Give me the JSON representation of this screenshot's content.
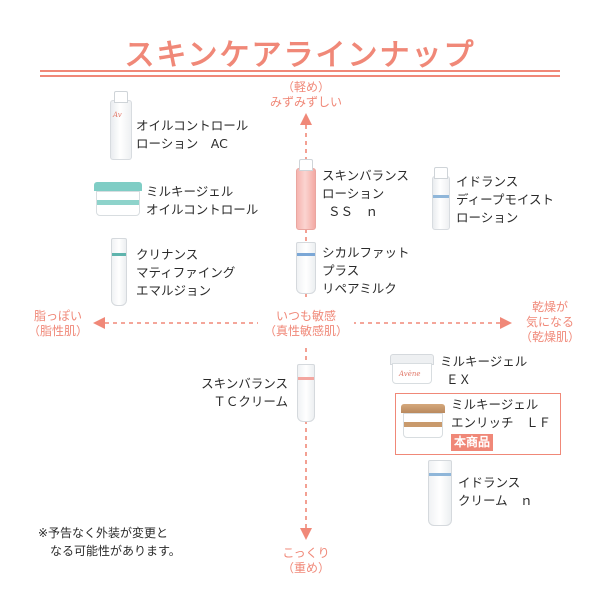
{
  "title": "スキンケアラインナップ",
  "axis": {
    "top": [
      "（軽め）",
      "みずみずしい"
    ],
    "bottom": [
      "こっくり",
      "（重め）"
    ],
    "left": [
      "脂っぽい",
      "（脂性肌）"
    ],
    "right": [
      "乾燥が",
      "気になる",
      "（乾燥肌）"
    ],
    "center": [
      "いつも敏感",
      "（真性敏感肌）"
    ]
  },
  "products": [
    {
      "id": "oil-control-lotion",
      "lines": [
        "オイルコントロール",
        "ローション　AC"
      ]
    },
    {
      "id": "milky-gel-oil-control",
      "lines": [
        "ミルキージェル",
        "オイルコントロール"
      ]
    },
    {
      "id": "cleanance-mattifying",
      "lines": [
        "クリナンス",
        "マティファイング",
        "エマルジョン"
      ]
    },
    {
      "id": "skin-balance-lotion",
      "lines": [
        "スキンバランス",
        "ローション",
        "ＳＳ　ｎ"
      ]
    },
    {
      "id": "hydrance-deep-moist",
      "lines": [
        "イドランス",
        "ディープモイスト",
        "ローション"
      ]
    },
    {
      "id": "cicalfate-plus",
      "lines": [
        "シカルファット",
        "プラス",
        "リペアミルク"
      ]
    },
    {
      "id": "skin-balance-tc",
      "lines": [
        "スキンバランス",
        "ＴＣクリーム"
      ]
    },
    {
      "id": "milky-gel-ex",
      "lines": [
        "ミルキージェル",
        "ＥＸ"
      ]
    },
    {
      "id": "milky-gel-enrich",
      "lines": [
        "ミルキージェル",
        "エンリッチ　ＬＦ"
      ],
      "badge": "本商品"
    },
    {
      "id": "hydrance-cream",
      "lines": [
        "イドランス",
        "クリーム　ｎ"
      ]
    }
  ],
  "brand_text": "Avène",
  "note": [
    "※予告なく外装が変更と",
    "なる可能性があります。"
  ],
  "colors": {
    "accent": "#f08878",
    "text": "#2a2a2a",
    "highlight_border": "#f08878"
  }
}
